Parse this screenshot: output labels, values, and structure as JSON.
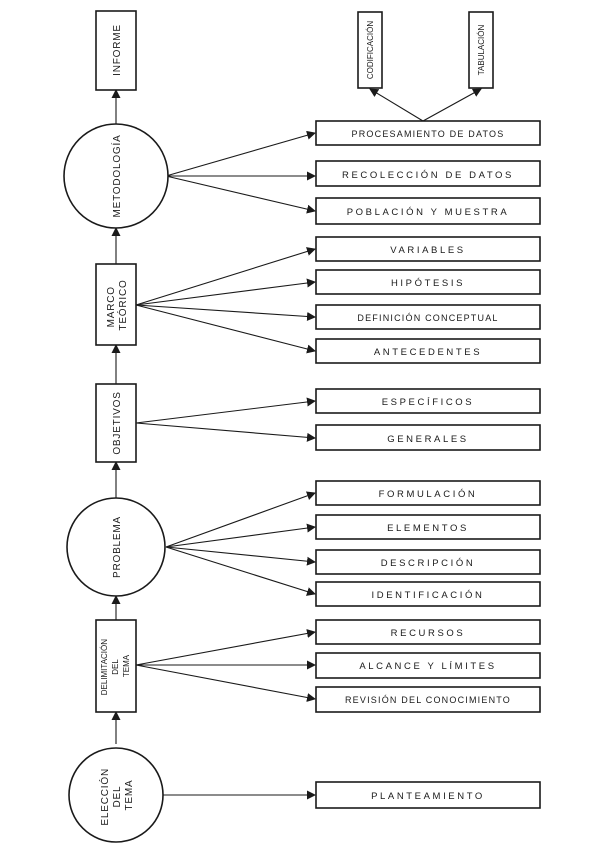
{
  "stages": {
    "eleccion": [
      "ELECCIÓN",
      "DEL",
      "TEMA"
    ],
    "delimitacion": [
      "DELIMITACIÓN",
      "DEL",
      "TEMA"
    ],
    "problema": [
      "PROBLEMA"
    ],
    "objetivos": [
      "OBJETIVOS"
    ],
    "marco": [
      "MARCO",
      "TEÓRICO"
    ],
    "metodologia": [
      "METODOLOGÍA"
    ],
    "informe": [
      "INFORME"
    ]
  },
  "items": {
    "planteamiento": "PLANTEAMIENTO",
    "recursos": "RECURSOS",
    "alcance": "ALCANCE Y LÍMITES",
    "revision": "REVISIÓN DEL CONOCIMIENTO",
    "formulacion": "FORMULACIÓN",
    "elementos": "ELEMENTOS",
    "descripcion": "DESCRIPCIÓN",
    "identificacion": "IDENTIFICACIÓN",
    "especificos": "ESPECÍFICOS",
    "generales": "GENERALES",
    "variables": "VARIABLES",
    "hipotesis": "HIPÓTESIS",
    "definicion": "DEFINICIÓN CONCEPTUAL",
    "antecedentes": "ANTECEDENTES",
    "procesamiento": "PROCESAMIENTO DE DATOS",
    "recoleccion": "RECOLECCIÓN DE DATOS",
    "poblacion": "POBLACIÓN Y MUESTRA",
    "codificacion": "CODIFICACIÓN",
    "tabulacion": "TABULACIÓN"
  }
}
